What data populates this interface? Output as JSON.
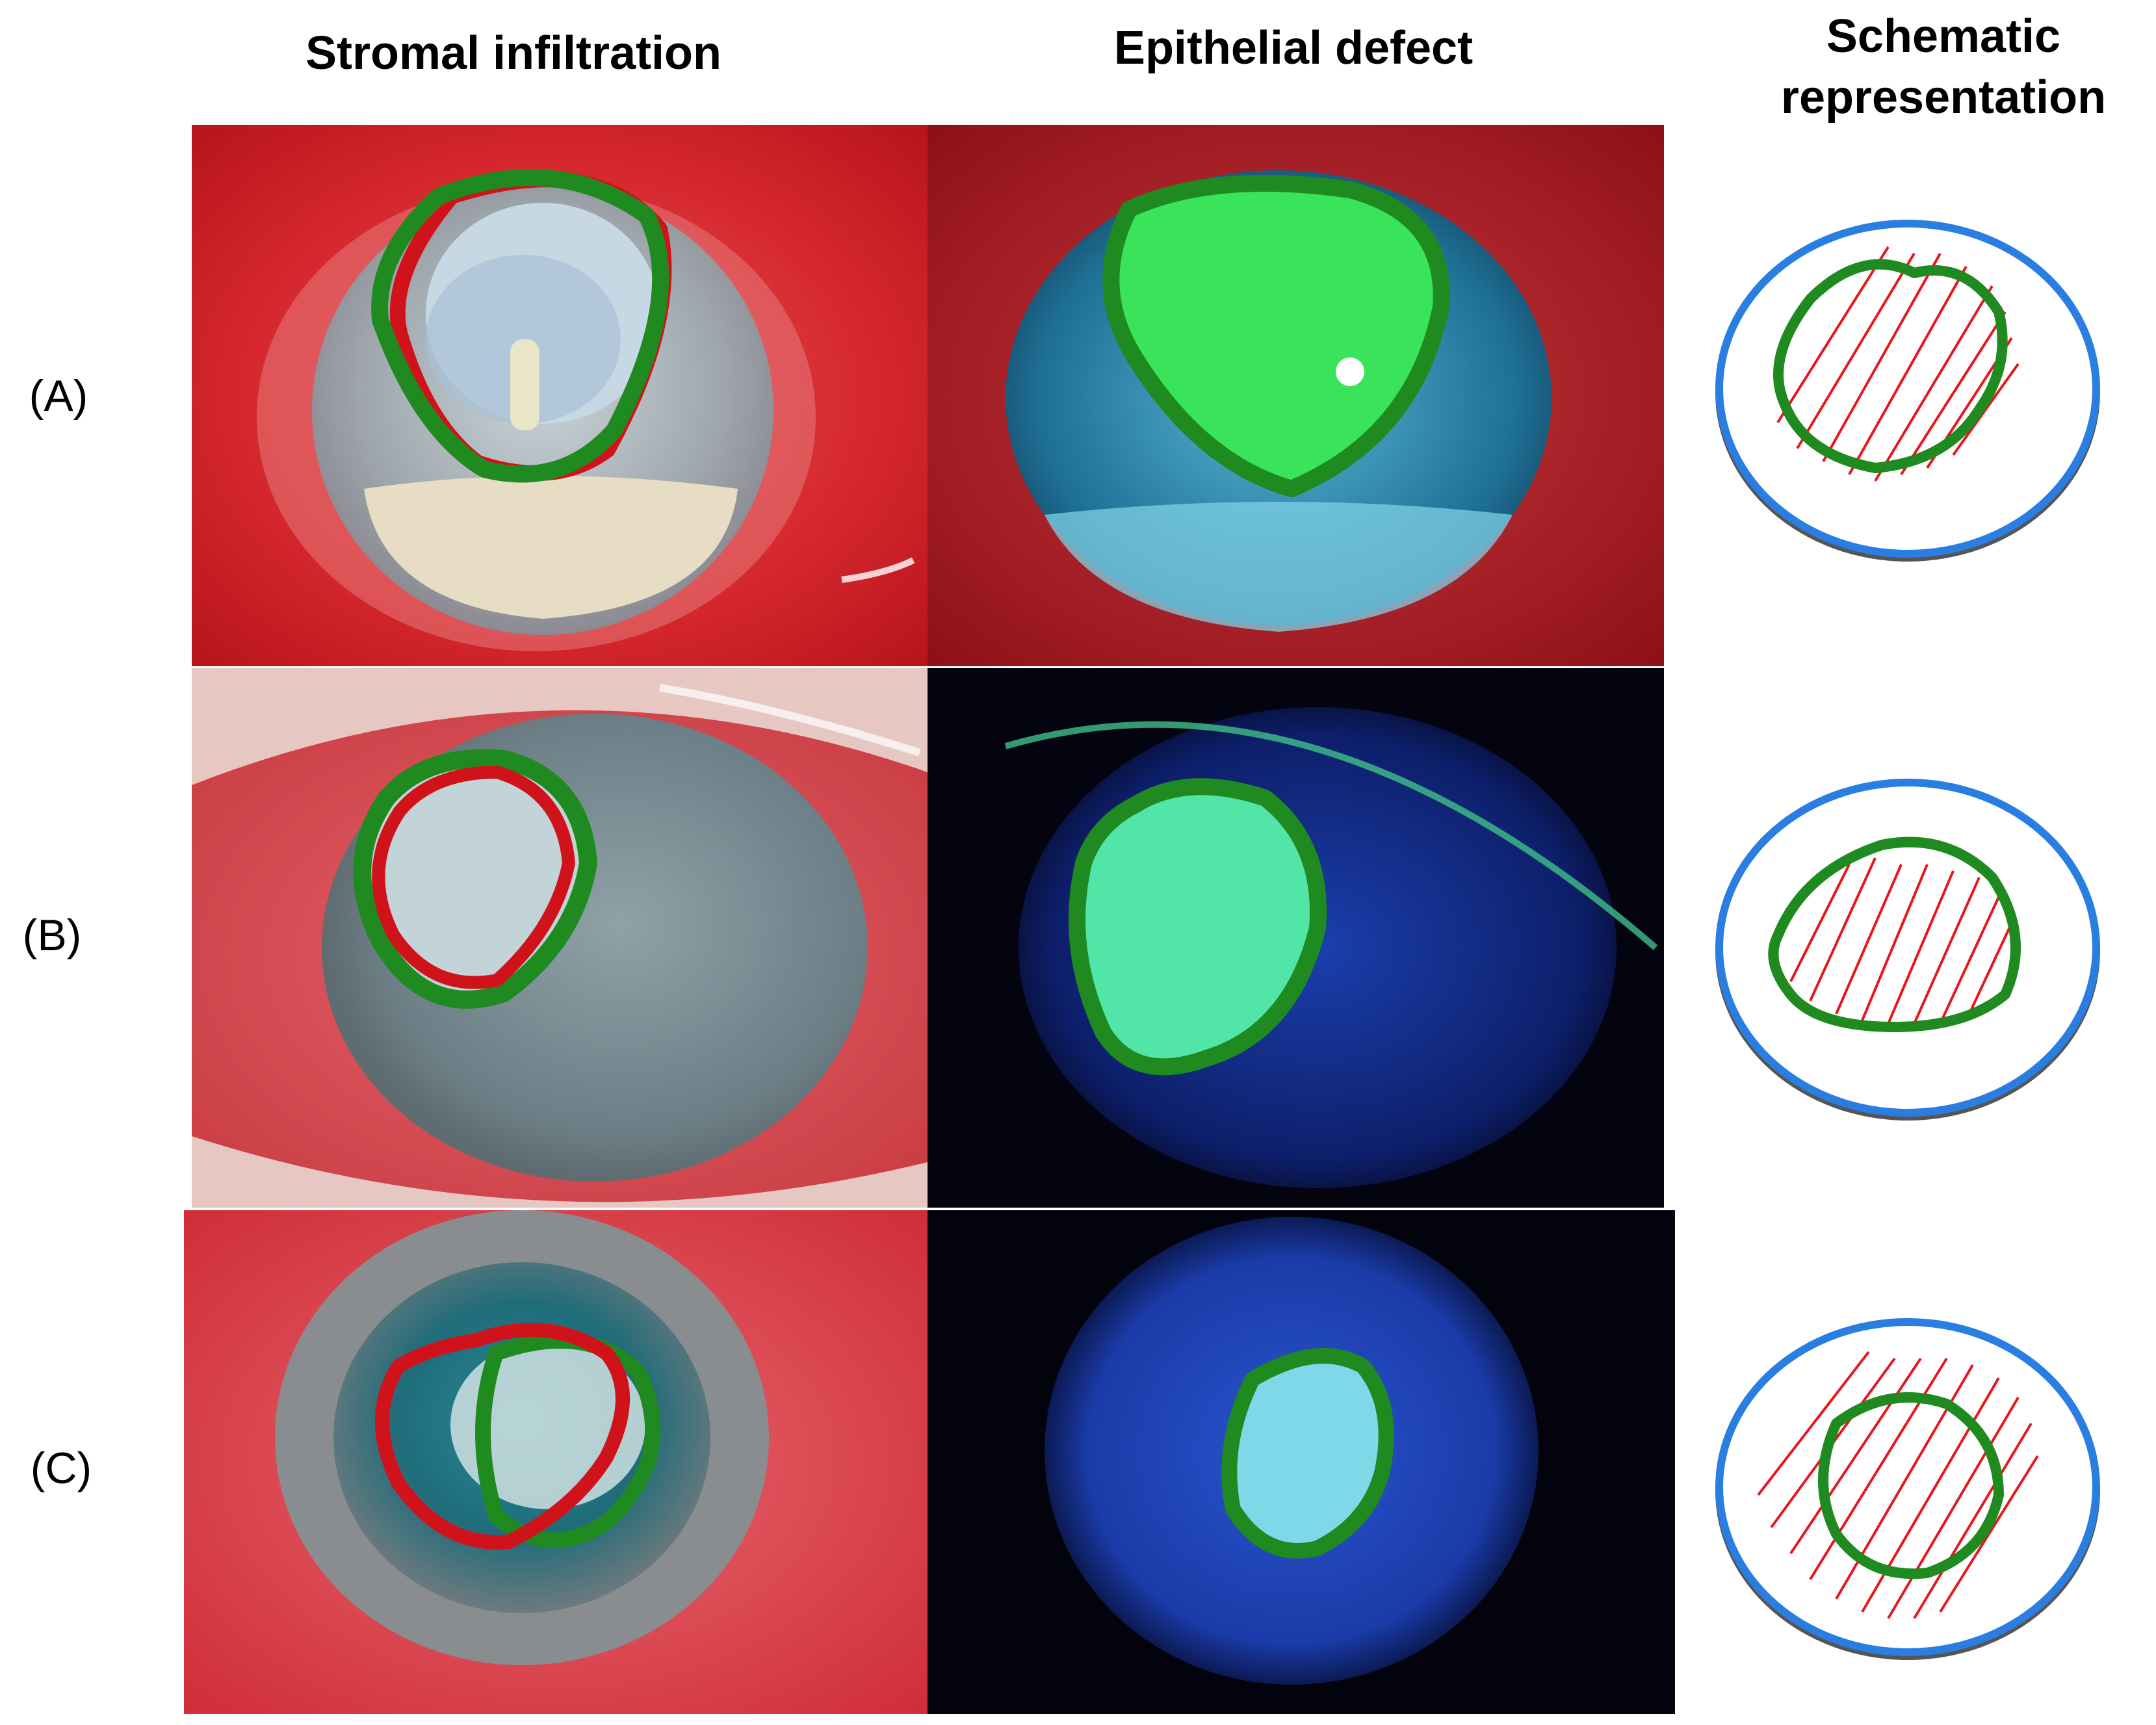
{
  "headers": {
    "stromal": "Stromal infiltration",
    "epithelial": "Epithelial defect",
    "schematic_line1": "Schematic",
    "schematic_line2": "representation"
  },
  "rows": [
    {
      "label": "(A)"
    },
    {
      "label": "(B)"
    },
    {
      "label": "(C)"
    }
  ],
  "colors": {
    "stromal_outline": "#1f8a1f",
    "infiltrate_outline": "#d0131b",
    "hatch": "#e8161c",
    "limbus": "#2a7de1",
    "limbus_shadow": "#555555",
    "fluorescein_green": "#3fe86a",
    "cobalt_blue": "#1b2f9a",
    "conjunctiva_red": "#d9363a"
  }
}
